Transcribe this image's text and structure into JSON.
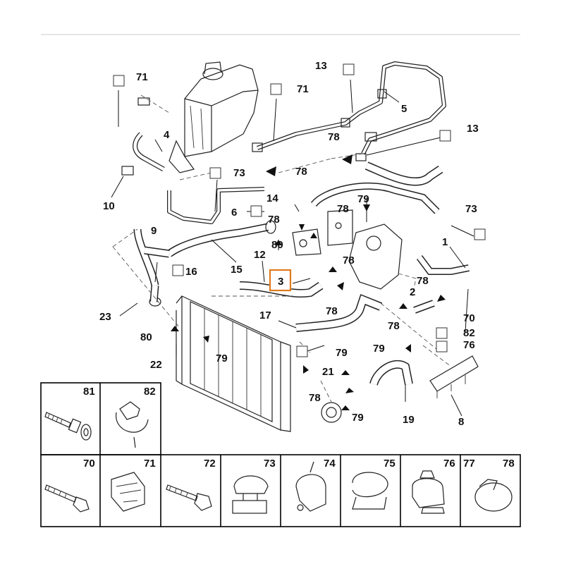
{
  "callouts": {
    "c71a": "71",
    "c4": "4",
    "c10": "10",
    "c71b": "71",
    "c13a": "13",
    "c5": "5",
    "c13b": "13",
    "c78a": "78",
    "c73a": "73",
    "c78b": "78",
    "c14": "14",
    "c6": "6",
    "c78c": "78",
    "c78d": "78",
    "c79a": "79",
    "c73b": "73",
    "c9": "9",
    "c15": "15",
    "c12": "12",
    "c80a": "80",
    "c3": "3",
    "c78e": "78",
    "c1": "1",
    "c78f": "78",
    "c16": "16",
    "c23": "23",
    "c78g": "78",
    "c2": "2",
    "c70": "70",
    "c17": "17",
    "c78h": "78",
    "c82": "82",
    "c80b": "80",
    "c79b": "79",
    "c79c": "79",
    "c76": "76",
    "c22": "22",
    "c79d": "79",
    "c21": "21",
    "c78i": "78",
    "c79e": "79",
    "c19": "19",
    "c8": "8"
  },
  "legend_row1": [
    {
      "num": "81",
      "icon": "screw-with-washer-icon"
    },
    {
      "num": "82",
      "icon": "clip-bracket-icon"
    }
  ],
  "legend_row2": [
    {
      "num": "70",
      "icon": "bolt-icon"
    },
    {
      "num": "71",
      "icon": "bracket-clip-icon"
    },
    {
      "num": "72",
      "icon": "flange-bolt-icon"
    },
    {
      "num": "73",
      "icon": "double-clip-icon"
    },
    {
      "num": "74",
      "icon": "p-clip-icon"
    },
    {
      "num": "75",
      "icon": "cable-tie-clip-icon"
    },
    {
      "num": "76",
      "icon": "pipe-clip-nut-icon"
    },
    {
      "num": "77",
      "icon": "hose-clamp-icon"
    },
    {
      "num": "78",
      "icon": "hose-clamp-icon"
    }
  ],
  "highlight": {
    "label": "3",
    "color": "#e07a1f"
  }
}
